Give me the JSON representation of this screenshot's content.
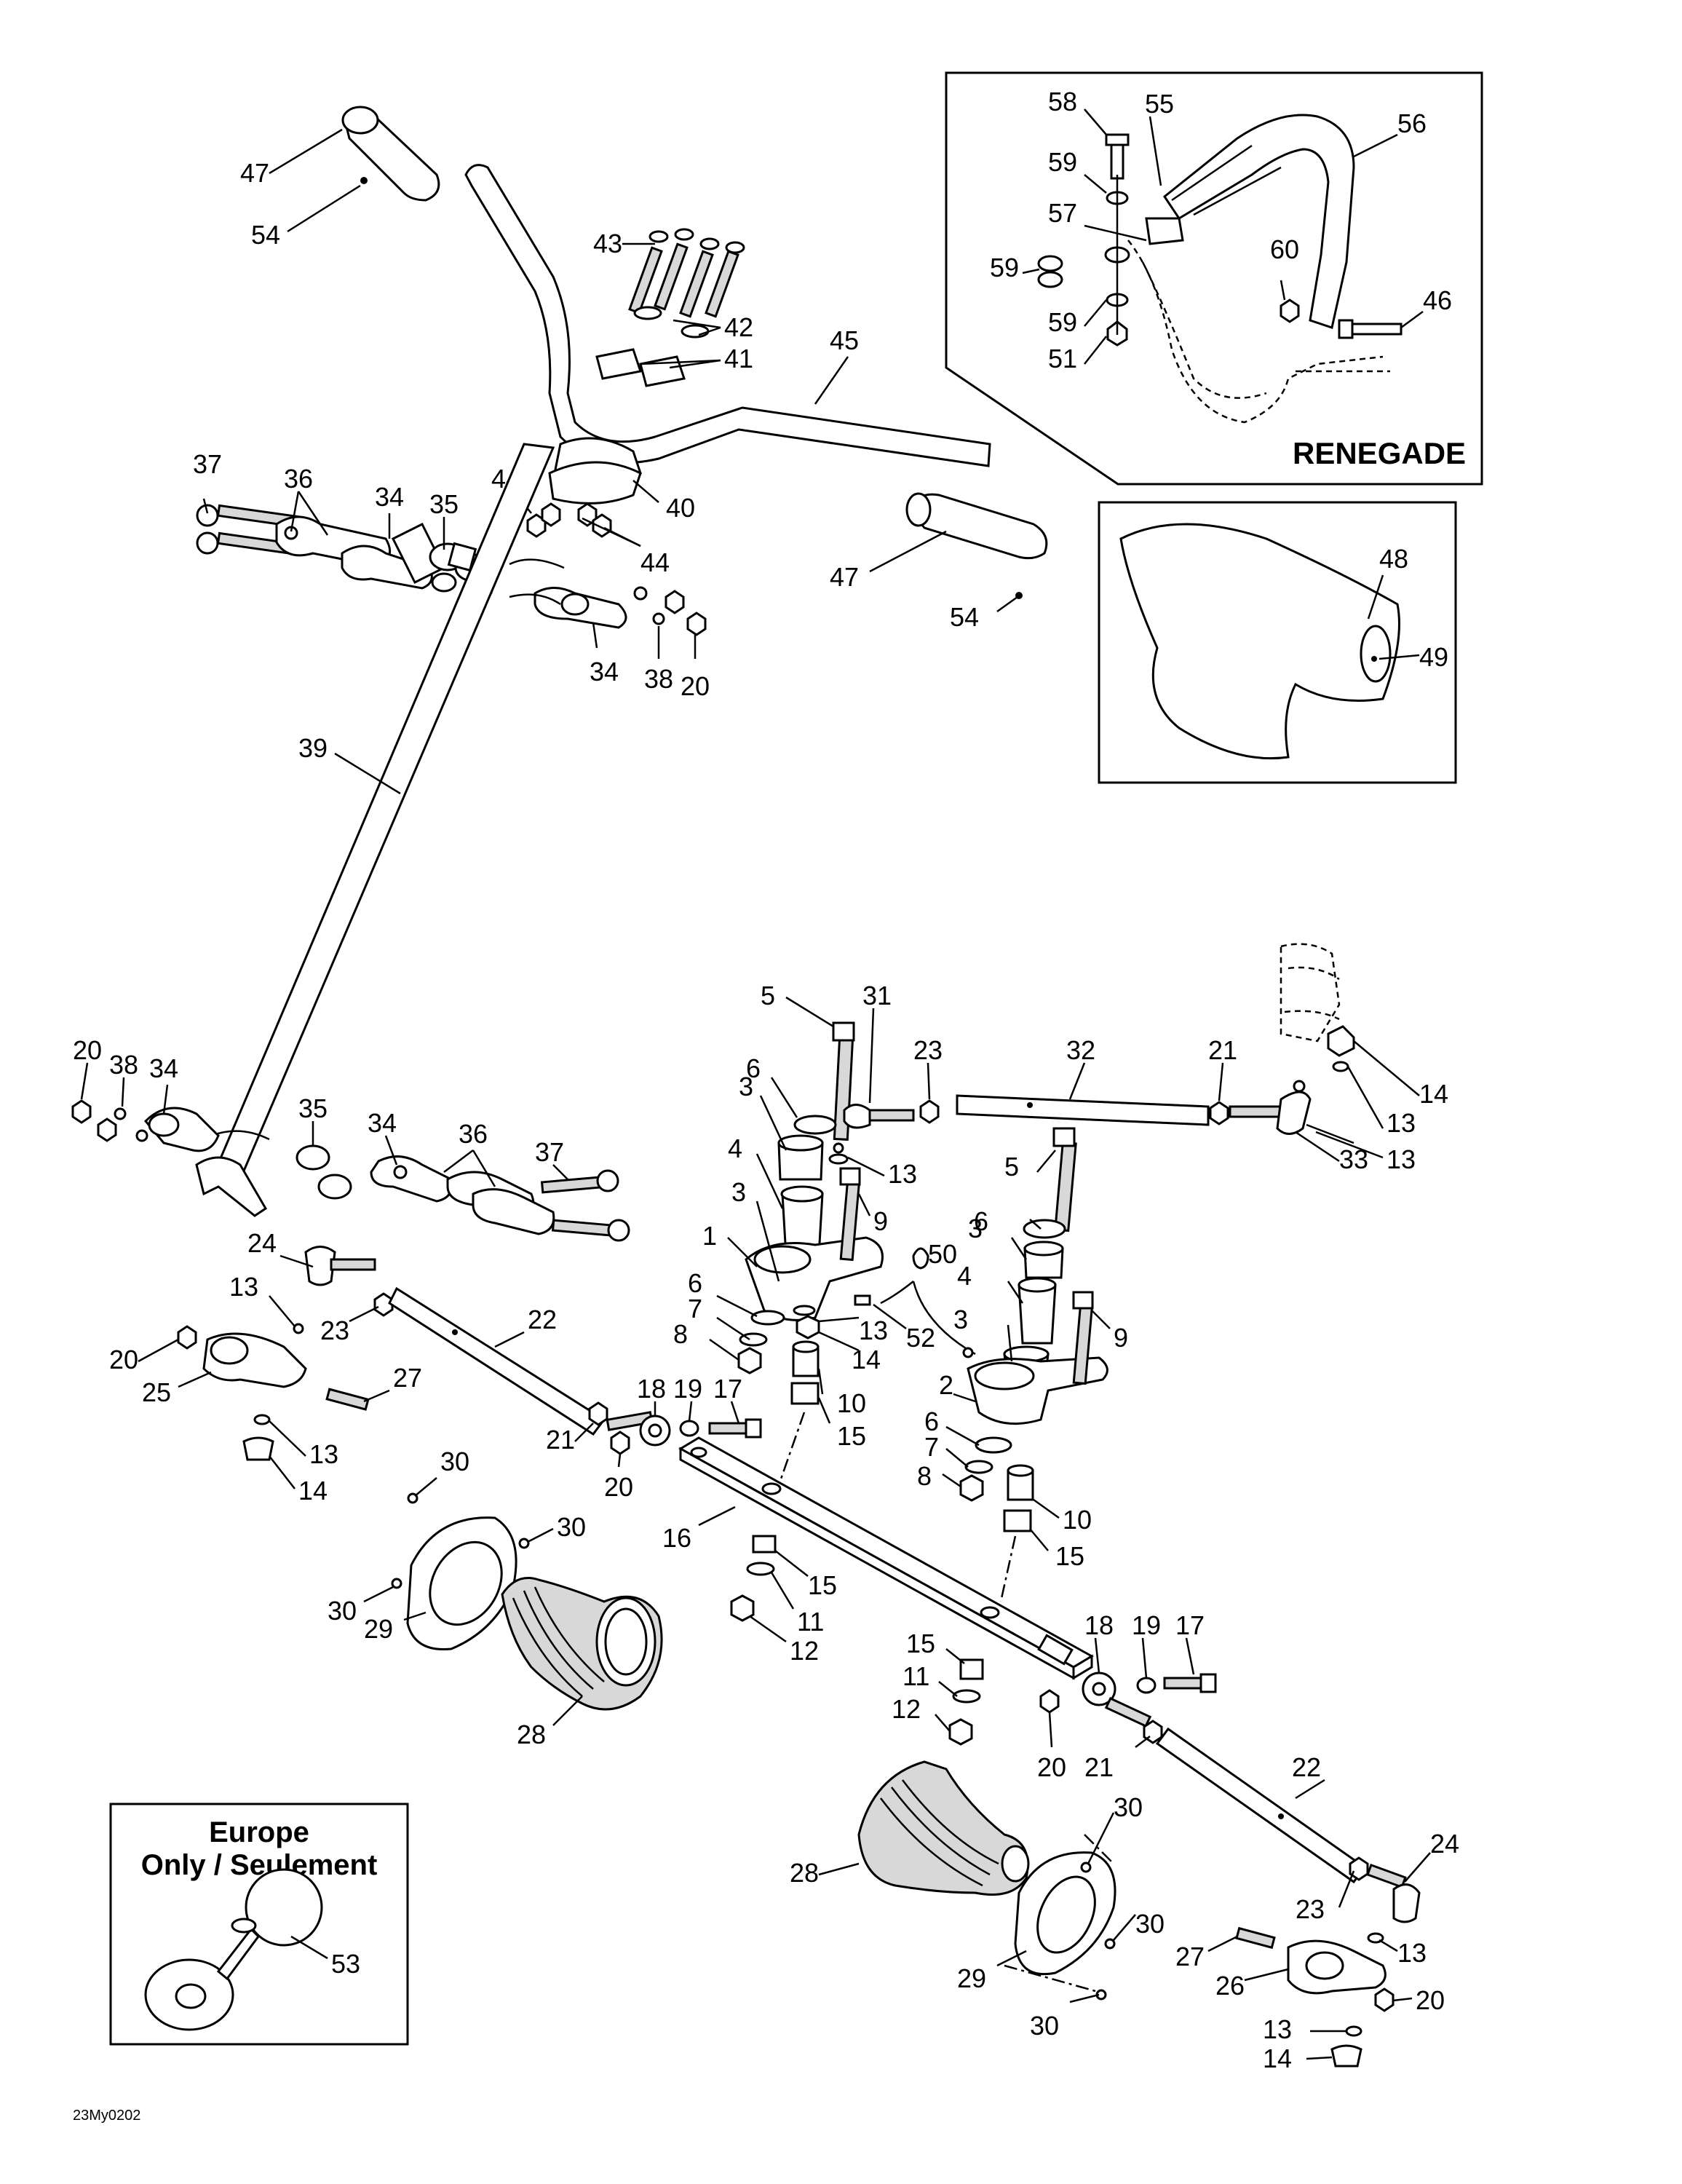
{
  "diagram": {
    "code": "23My0202",
    "insets": {
      "renegade_title": "RENEGADE",
      "europe_line1": "Europe",
      "europe_line2": "Only / Seulement"
    },
    "labels": {
      "l47a": "47",
      "l54a": "54",
      "l43": "43",
      "l42": "42",
      "l41": "41",
      "l45": "45",
      "l37a": "37",
      "l36a": "36",
      "l34a": "34",
      "l35a": "35",
      "l44a": "44",
      "l40": "40",
      "l44b": "44",
      "l34b": "34",
      "l38a": "38",
      "l20a": "20",
      "l47b": "47",
      "l54b": "54",
      "l39": "39",
      "l58": "58",
      "l55": "55",
      "l56": "56",
      "l59a": "59",
      "l57": "57",
      "l59b": "59",
      "l60": "60",
      "l46": "46",
      "l59c": "59",
      "l51": "51",
      "l48": "48",
      "l49": "49",
      "l5a": "5",
      "l31": "31",
      "l23a": "23",
      "l32": "32",
      "l21a": "21",
      "l14a": "14",
      "l13a": "13",
      "l13b": "13",
      "l33": "33",
      "l6a": "6",
      "l3a": "3",
      "l13c": "13",
      "l4a": "4",
      "l5b": "5",
      "l3b": "3",
      "l9a": "9",
      "l1": "1",
      "l50": "50",
      "l20b": "20",
      "l38b": "38",
      "l34c": "34",
      "l35b": "35",
      "l34d": "34",
      "l36b": "36",
      "l37b": "37",
      "l24a": "24",
      "l13d": "13",
      "l23b": "23",
      "l22a": "22",
      "l20c": "20",
      "l25": "25",
      "l27a": "27",
      "l13e": "13",
      "l14b": "14",
      "l6b": "6",
      "l7a": "7",
      "l8a": "8",
      "l13f": "13",
      "l14c": "14",
      "l52": "52",
      "l10a": "10",
      "l15a": "15",
      "l6c": "6",
      "l3c": "3",
      "l4b": "4",
      "l3d": "3",
      "l9b": "9",
      "l2": "2",
      "l6d": "6",
      "l7b": "7",
      "l8b": "8",
      "l10b": "10",
      "l15b": "15",
      "l18a": "18",
      "l19a": "19",
      "l17a": "17",
      "l21b": "21",
      "l20d": "20",
      "l30a": "30",
      "l30b": "30",
      "l30c": "30",
      "l29a": "29",
      "l28a": "28",
      "l16": "16",
      "l15c": "15",
      "l11a": "11",
      "l12a": "12",
      "l15d": "15",
      "l11b": "11",
      "l12b": "12",
      "l18b": "18",
      "l19b": "19",
      "l17b": "17",
      "l20e": "20",
      "l21c": "21",
      "l22b": "22",
      "l28b": "28",
      "l30d": "30",
      "l30e": "30",
      "l29b": "29",
      "l30f": "30",
      "l24b": "24",
      "l23c": "23",
      "l27b": "27",
      "l13g": "13",
      "l26": "26",
      "l13h": "13",
      "l20f": "20",
      "l14d": "14",
      "l53": "53"
    }
  }
}
